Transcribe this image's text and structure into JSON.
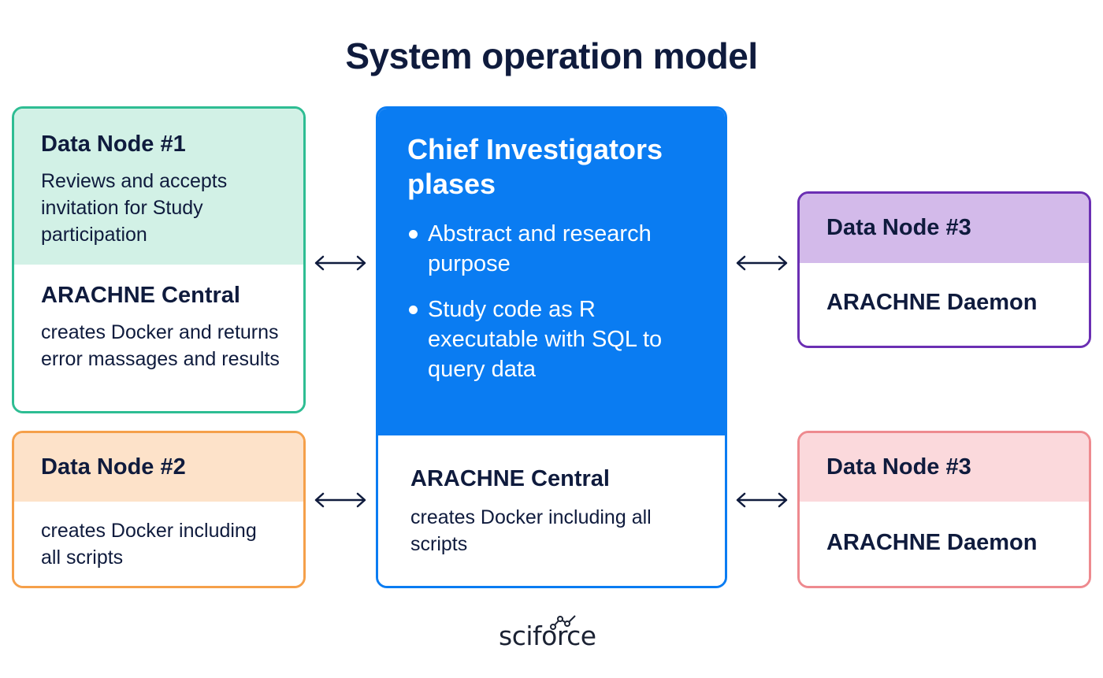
{
  "title": "System operation model",
  "nodes": {
    "node1": {
      "title": "Data Node #1",
      "text": "Reviews and accepts invitation for Study participation",
      "sub_title": "ARACHNE Central",
      "sub_text": "creates Docker and returns error massages and results"
    },
    "node2": {
      "title": "Data Node #2",
      "sub_text": "creates Docker including all scripts"
    },
    "center": {
      "title": "Chief Investigators plases",
      "bullets": [
        "Abstract and research purpose",
        "Study code as R executable with SQL to query data"
      ],
      "sub_title": "ARACHNE Central",
      "sub_text": "creates Docker including all scripts"
    },
    "node3a": {
      "title": "Data Node #3",
      "sub_title": "ARACHNE Daemon"
    },
    "node3b": {
      "title": "Data Node #3",
      "sub_title": "ARACHNE Daemon"
    }
  },
  "logo": {
    "text": "sciforce"
  },
  "colors": {
    "node1_border": "#2ebd93",
    "node1_fill": "#d2f1e6",
    "node2_border": "#f5a04a",
    "node2_fill": "#fde2c9",
    "center_blue": "#0a7cf2",
    "node3a_border": "#6b2fb3",
    "node3a_fill": "#d3baea",
    "node3b_border": "#ee8a8f",
    "node3b_fill": "#fbd9dc",
    "text_dark": "#0f1b3d"
  },
  "icons": [
    "double-arrow-icon",
    "sciforce-logo-mark"
  ]
}
